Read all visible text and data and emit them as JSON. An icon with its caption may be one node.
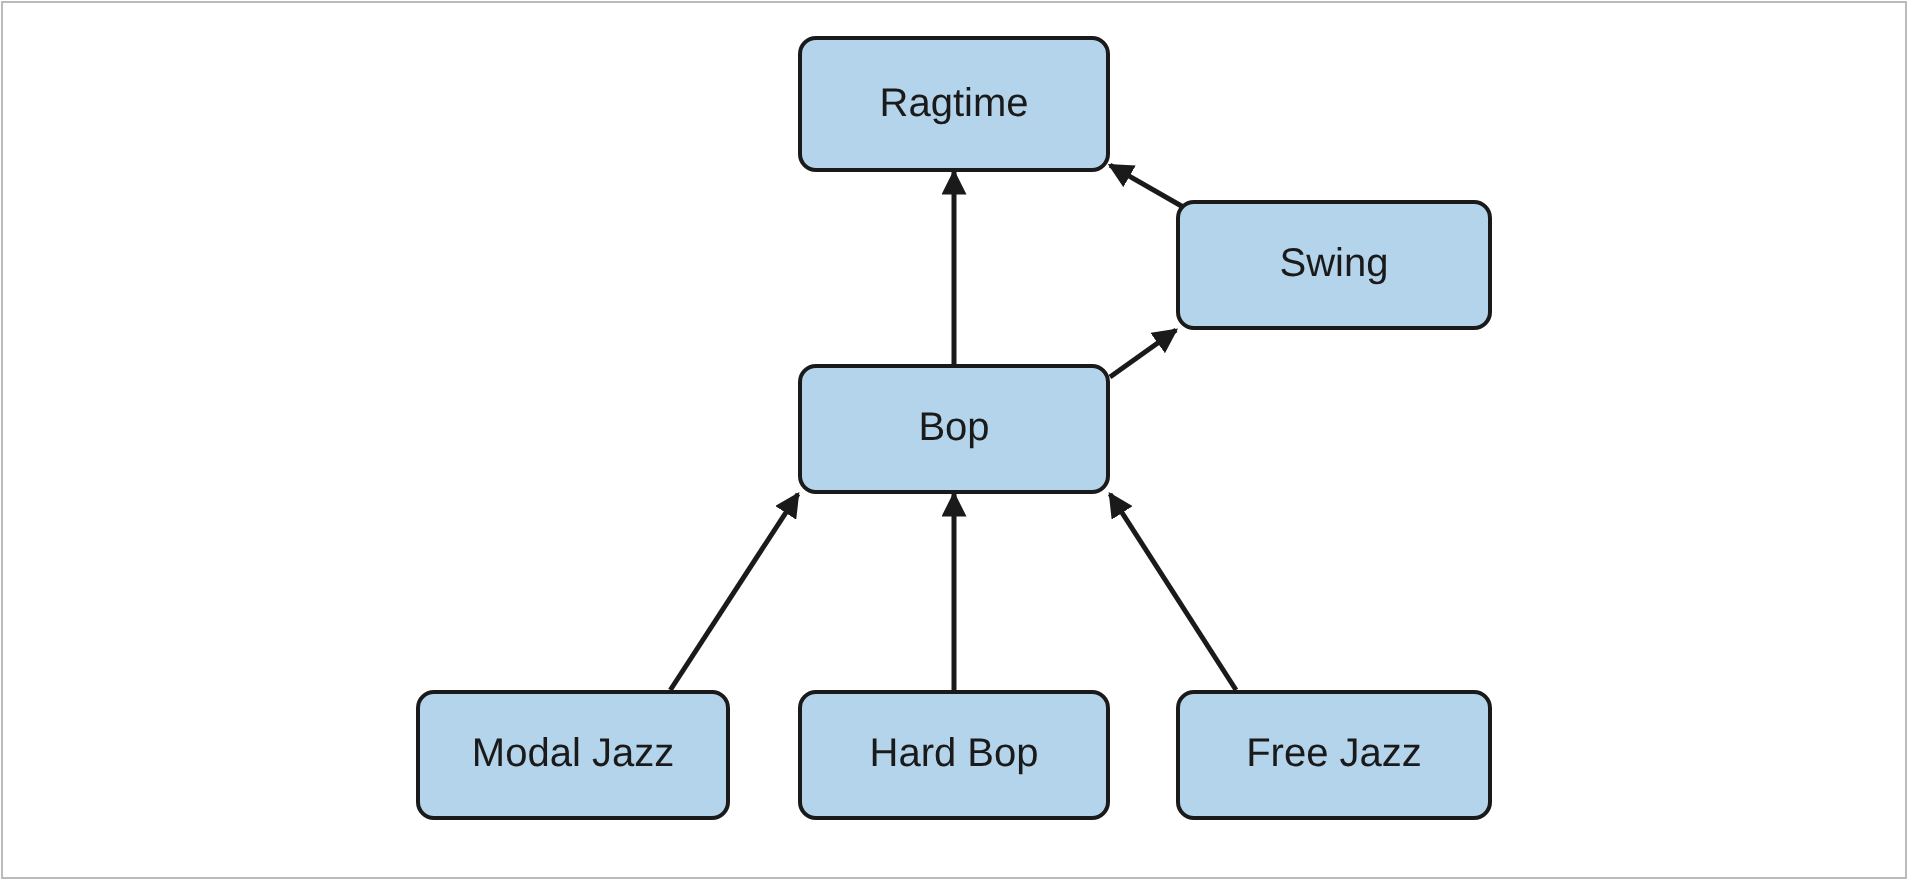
{
  "diagram": {
    "nodes": [
      {
        "text": [
          "Ragtime"
        ]
      },
      {
        "text": [
          "Swing"
        ]
      },
      {
        "text": [
          "Bop"
        ]
      },
      {
        "text": [
          "Modal Jazz"
        ]
      },
      {
        "text": [
          "Hard Bop"
        ]
      },
      {
        "text": [
          "Free Jazz"
        ]
      }
    ],
    "edges": [
      {
        "from": 1,
        "to": 0,
        "arrow": "to"
      },
      {
        "from": 2,
        "to": 0,
        "arrow": "to"
      },
      {
        "from": 2,
        "to": 1,
        "arrow": "to"
      },
      {
        "from": 3,
        "to": 2,
        "arrow": "to"
      },
      {
        "from": 4,
        "to": 2,
        "arrow": "to"
      },
      {
        "from": 5,
        "to": 2,
        "arrow": "to"
      }
    ]
  }
}
